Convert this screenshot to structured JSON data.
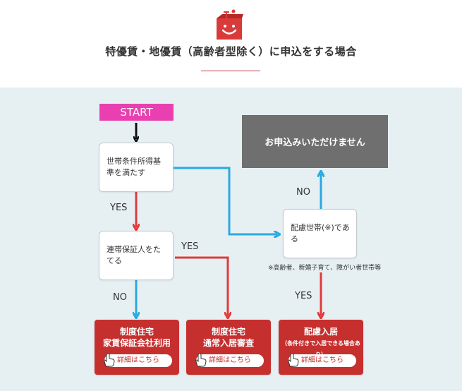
{
  "title": "特優賃・地優賃（高齢者型除く）に申込をする場合",
  "start_label": "START",
  "nodes": {
    "income": "世帯条件所得基準を満たす",
    "guarantor": "連帯保証人をたてる",
    "consider": "配慮世帯(※)である",
    "reject": "お申込みいただけません"
  },
  "labels": {
    "yes1": "YES",
    "yes2": "YES",
    "yes3": "YES",
    "no1": "NO",
    "no2": "NO"
  },
  "note": "※高齢者、新婚子育て、障がい者世帯等",
  "buttons": [
    {
      "line1": "制度住宅",
      "line2": "家賃保証会社利用",
      "link": "詳細はこちら"
    },
    {
      "line1": "制度住宅",
      "line2": "通常入居審査",
      "link": "詳細はこちら"
    },
    {
      "line1": "配慮入居",
      "line2": "（条件付きで入居できる場合あり）",
      "link": "詳細はこちら"
    }
  ],
  "colors": {
    "accent_red": "#c5302f",
    "arrow_red": "#e23a3a",
    "arrow_blue": "#2aa9e0",
    "start_pink": "#ea3fb0",
    "reject_gray": "#6f6f6f",
    "background": "#e6f0f3"
  },
  "icons": [
    "logo-box-icon",
    "pointing-hand-icon"
  ]
}
